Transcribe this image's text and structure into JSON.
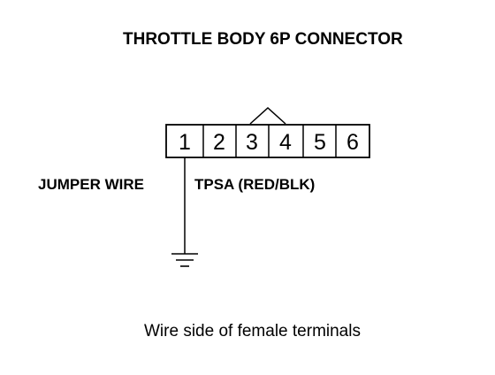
{
  "title": "THROTTLE BODY 6P CONNECTOR",
  "connector": {
    "pins": [
      "1",
      "2",
      "3",
      "4",
      "5",
      "6"
    ]
  },
  "labels": {
    "jumper_wire": "JUMPER WIRE",
    "tpsa": "TPSA (RED/BLK)"
  },
  "caption": "Wire side of female terminals",
  "colors": {
    "line": "#000000",
    "background": "#ffffff"
  },
  "icons": {
    "ground": "ground-symbol-icon",
    "locking_tab": "connector-locking-tab-icon"
  }
}
